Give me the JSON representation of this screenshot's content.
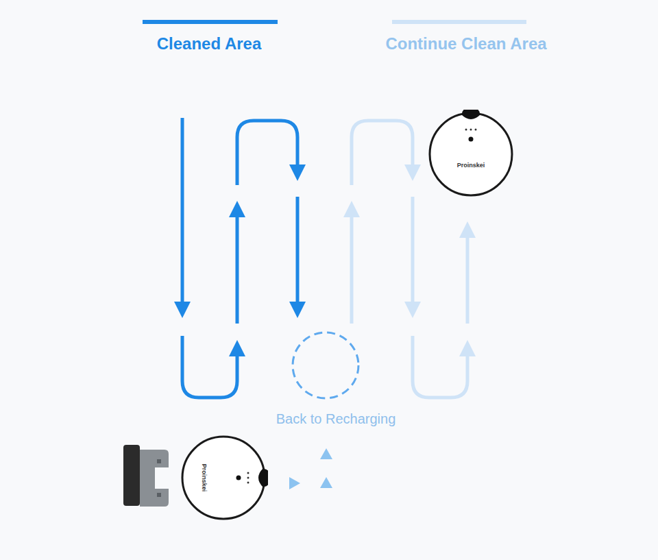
{
  "diagram": {
    "nodes": [
      {
        "text": [
          "Proinskei"
        ]
      },
      {
        "text": [
          "Proinskei"
        ]
      }
    ],
    "labels": [
      "Back to Recharging"
    ],
    "legend": [
      {
        "text": "Cleaned Area",
        "color": "#1e88e5"
      },
      {
        "text": "Continue Clean Area",
        "color": "#cfe3f7"
      }
    ]
  }
}
